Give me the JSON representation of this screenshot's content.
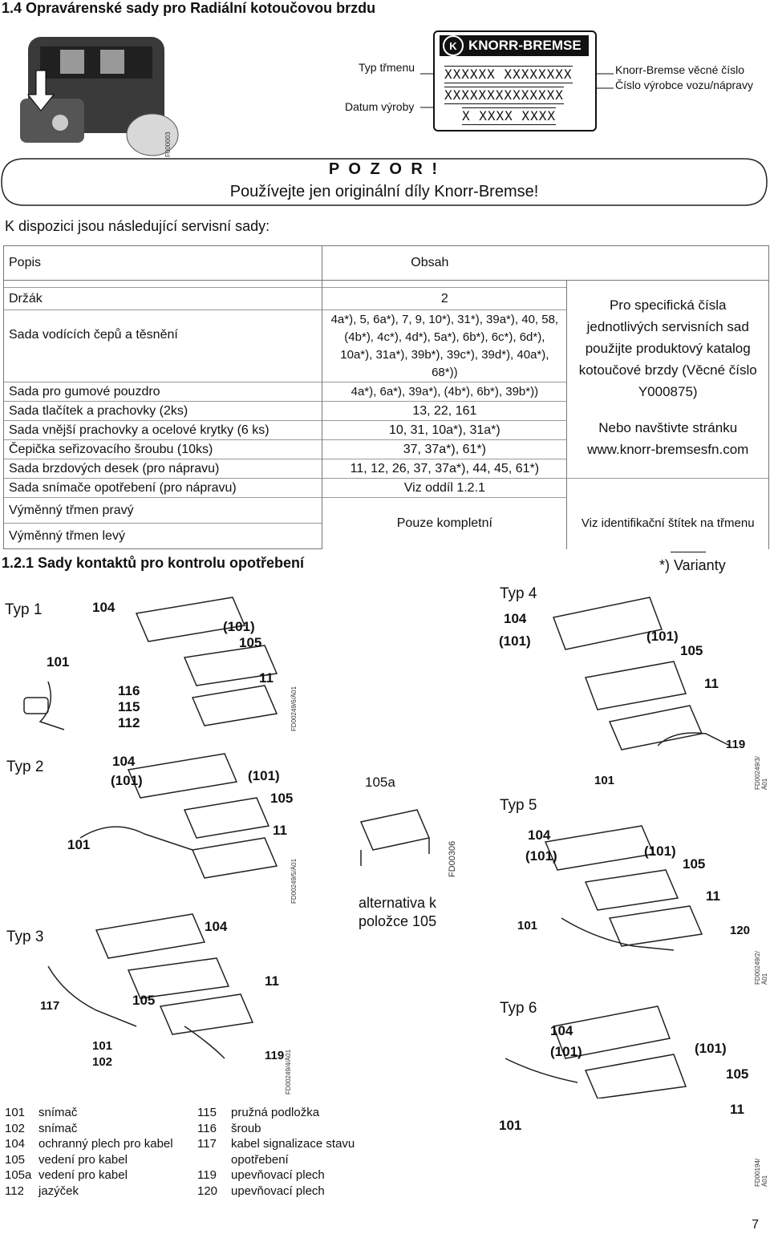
{
  "header": {
    "title": "1.4 Opravárenské sady pro Radiální kotoučovou brzdu",
    "caliper_code": "F000003"
  },
  "plate": {
    "brand": "KNORR-BREMSE",
    "logo_letter": "K",
    "row1": "XXXXXX XXXXXXXX",
    "row2": "XXXXXXXXXXXXXX",
    "row3": "X XXXX XXXX",
    "label_type": "Typ třmenu",
    "label_date": "Datum výroby",
    "label_part": "Knorr-Bremse věcné číslo",
    "label_vehicle": "Číslo výrobce vozu/nápravy"
  },
  "warning": {
    "title": "P O Z O R !",
    "text": "Používejte jen originální díly Knorr-Bremse!"
  },
  "intro": "K dispozici jsou následující servisní sady:",
  "table": {
    "col_desc": "Popis",
    "col_content": "Obsah",
    "rows": [
      {
        "desc": "Držák",
        "content": "2"
      },
      {
        "desc": "Sada vodících čepů a těsnění",
        "content": "4a*), 5, 6a*), 7, 9, 10*), 31*), 39a*), 40, 58, (4b*), 4c*), 4d*), 5a*), 6b*), 6c*), 6d*), 10a*), 31a*), 39b*), 39c*), 39d*), 40a*), 68*))"
      },
      {
        "desc": "Sada pro gumové pouzdro",
        "content": "4a*), 6a*), 39a*), (4b*), 6b*), 39b*))"
      },
      {
        "desc": "Sada tlačítek a prachovky (2ks)",
        "content": "13, 22, 161"
      },
      {
        "desc": "Sada vnější prachovky a ocelové krytky (6 ks)",
        "content": "10, 31, 10a*), 31a*)"
      },
      {
        "desc": "Čepička seřizovacího šroubu (10ks)",
        "content": "37, 37a*), 61*)"
      },
      {
        "desc": "Sada brzdových desek (pro nápravu)",
        "content": "11, 12, 26, 37, 37a*), 44, 45, 61*)"
      },
      {
        "desc": "Sada snímače opotřebení (pro nápravu)",
        "content": "Viz oddíl 1.2.1"
      },
      {
        "desc": "Výměnný třmen pravý",
        "content": "Pouze kompletní"
      },
      {
        "desc": "Výměnný třmen levý",
        "content": ""
      }
    ],
    "info1": "Pro specifická čísla jednotlivých servisních sad použijte produktový katalog kotoučové brzdy (Věcné číslo Y000875)",
    "info2": "Nebo navštivte stránku www.knorr-bremsesfn.com",
    "info3": "Viz identifikační štítek na třmenu"
  },
  "section": {
    "title": "1.2.1 Sady kontaktů pro kontrolu opotřebení",
    "variants": "*) Varianty"
  },
  "types": {
    "typ1": "Typ 1",
    "typ2": "Typ 2",
    "typ3": "Typ 3",
    "typ4": "Typ 4",
    "typ5": "Typ 5",
    "typ6": "Typ 6",
    "alt_note": "alternativa k položce 105"
  },
  "callouts": {
    "c101": "101",
    "c102": "102",
    "c104": "104",
    "c101p": "(101)",
    "c105": "105",
    "c105a": "105a",
    "c11": "11",
    "c112": "112",
    "c115": "115",
    "c116": "116",
    "c117": "117",
    "c119": "119",
    "c120": "120"
  },
  "codes": {
    "t1": "FD00249/6/Ä01",
    "t2": "FD00249/5/Ä01",
    "t3": "FD00249/4/Ä01",
    "t4": "FD00249/3/Ä01",
    "t5": "FD00249/2/Ä01",
    "t6": "FD00194/Ä01",
    "t105a": "FD00306"
  },
  "legend_left": [
    {
      "num": "101",
      "text": "snímač"
    },
    {
      "num": "102",
      "text": "snímač"
    },
    {
      "num": "104",
      "text": "ochranný plech pro kabel"
    },
    {
      "num": "105",
      "text": "vedení pro kabel"
    },
    {
      "num": "105a",
      "text": "vedení pro kabel"
    },
    {
      "num": "112",
      "text": "jazýček"
    }
  ],
  "legend_right": [
    {
      "num": "115",
      "text": "pružná podložka"
    },
    {
      "num": "116",
      "text": "šroub"
    },
    {
      "num": "117",
      "text": "kabel signalizace stavu"
    },
    {
      "num": "",
      "text": "opotřebení"
    },
    {
      "num": "119",
      "text": "upevňovací plech"
    },
    {
      "num": "120",
      "text": "upevňovací plech"
    }
  ],
  "page_number": "7"
}
